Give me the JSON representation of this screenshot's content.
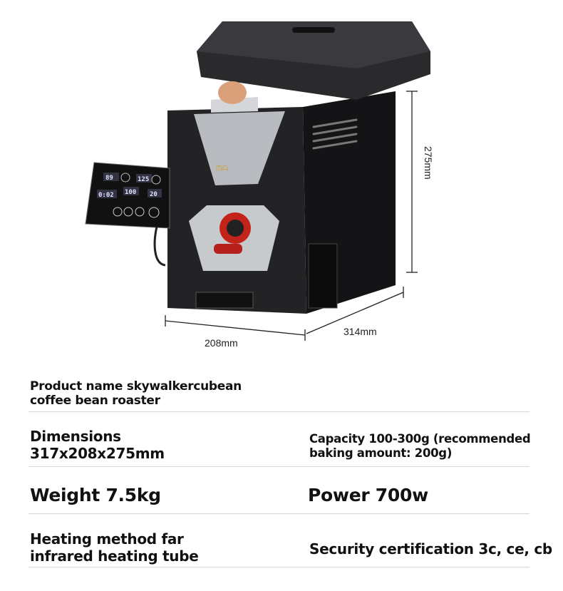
{
  "dimensions_labels": {
    "height": "275mm",
    "depth": "314mm",
    "width": "208mm"
  },
  "control_panel": {
    "display_1": "89",
    "display_2": "125",
    "display_3": "0:02",
    "display_4": "100",
    "display_5": "20"
  },
  "specs": {
    "product_name_line1": "Product name skywalkercubean",
    "product_name_line2": "coffee bean roaster",
    "dimensions_line1": "Dimensions",
    "dimensions_line2": "317x208x275mm",
    "capacity_line1": "Capacity 100-300g (recommended",
    "capacity_line2": "baking amount: 200g)",
    "weight": "Weight 7.5kg",
    "power": "Power 700w",
    "heating_line1": "Heating method far",
    "heating_line2": "infrared heating tube",
    "security": "Security certification 3c, ce, cb"
  },
  "colors": {
    "body": "#1c1c1e",
    "accent_red": "#d8261c",
    "steel": "#c9ccd0"
  }
}
